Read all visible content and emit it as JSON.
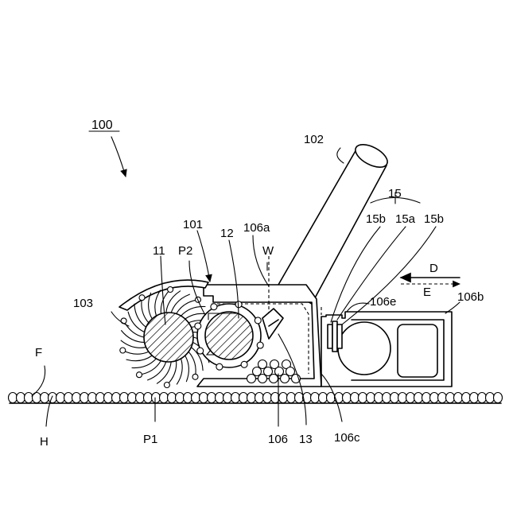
{
  "labels": {
    "device": "100",
    "body": "101",
    "handle": "102",
    "brush": "103",
    "part_106a": "106a",
    "part_106b": "106b",
    "part_106c": "106c",
    "part_106e": "106e",
    "part_106": "106",
    "brush_core": "11",
    "roller": "12",
    "blade": "13",
    "group_15": "15",
    "part_15a": "15a",
    "part_15b_left": "15b",
    "part_15b_right": "15b",
    "point_p1": "P1",
    "point_p2": "P2",
    "width_w": "W",
    "dir_d": "D",
    "dir_e": "E",
    "floor_f": "F",
    "hair_h": "H"
  }
}
